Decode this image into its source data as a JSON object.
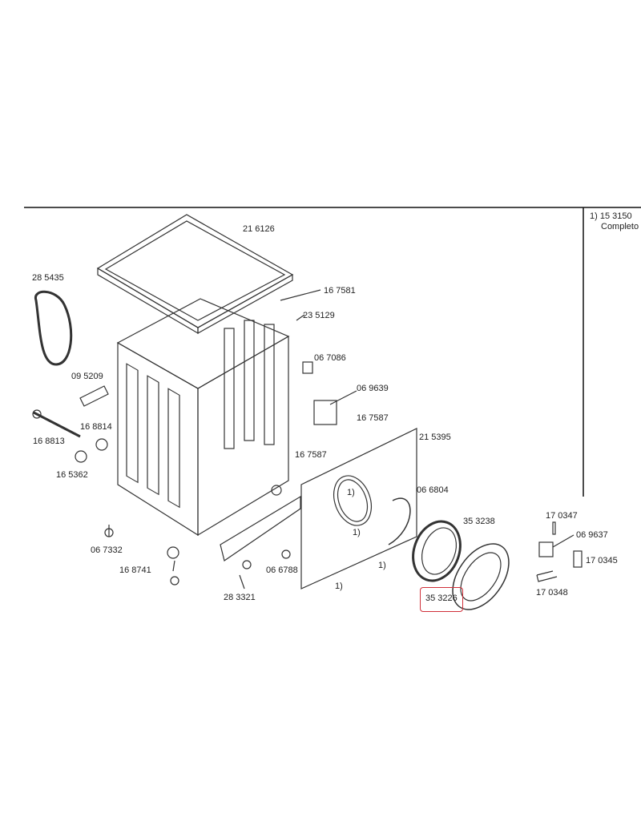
{
  "note": {
    "marker": "1)",
    "part": "15 3150",
    "text": "Completo"
  },
  "highlighted_part": "35 3226",
  "parts": [
    "21 6126",
    "28 5435",
    "16 7581",
    "23 5129",
    "06 7086",
    "09 5209",
    "06 9639",
    "16 8814",
    "16 7587",
    "21 5395",
    "16 8813",
    "16 7587",
    "16 5362",
    "06 6804",
    "17 0347",
    "35 3238",
    "06 9637",
    "06 7332",
    "17 0345",
    "16 8741",
    "06 6788",
    "17 0348",
    "28 3321",
    "35 3226"
  ],
  "footnote_marker": "1)",
  "colors": {
    "highlight": "#d0303a",
    "line": "#222222"
  }
}
